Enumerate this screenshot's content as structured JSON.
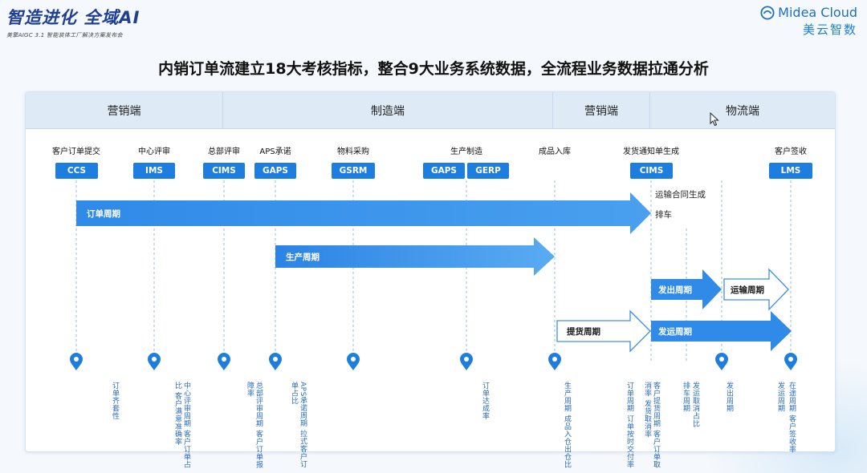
{
  "header": {
    "slogan": "智造进化 全域AI",
    "subtitle": "美擎AIGC 3.1 智能装体工厂解决方案发布会",
    "brand_en": "Midea Cloud",
    "brand_cn": "美云智数"
  },
  "title": "内销订单流建立18大考核指标，整合9大业务系统数据，全流程业务数据拉通分析",
  "sections": [
    "营销端",
    "制造端",
    "营销端",
    "物流端"
  ],
  "steps": [
    {
      "label": "客户订单提交",
      "system": "CCS"
    },
    {
      "label": "中心评审",
      "system": "IMS"
    },
    {
      "label": "总部评审",
      "system": "CIMS"
    },
    {
      "label": "APS承诺",
      "system": "GAPS"
    },
    {
      "label": "物料采购",
      "system": "GSRM"
    },
    {
      "label": "生产制造",
      "system": "GAPS",
      "system2": "GERP"
    },
    {
      "label": "成品入库"
    },
    {
      "label": "发货通知单生成",
      "system": "CIMS"
    },
    {
      "label": "客户签收",
      "system": "LMS"
    }
  ],
  "notes": {
    "contract": "运输合同生成",
    "scheduling": "排车"
  },
  "cycles": {
    "order": "订单周期",
    "production": "生产周期",
    "pickup": "提货周期",
    "dispatch_out": "发出周期",
    "transport": "运输周期",
    "dispatch_ship": "发运周期"
  },
  "metrics": [
    [
      "订单齐套性"
    ],
    [
      "中心评审周期",
      "客户订单占比",
      "客户满意准确率"
    ],
    [
      "总部评审周期",
      "客户订单报障率"
    ],
    [
      "APS承诺周期",
      "拉式客户订单占比"
    ],
    [
      "订单达成率"
    ],
    [
      "生产周期",
      "成品入仓出仓比"
    ],
    [
      "订单周期",
      "订单按时交付率"
    ],
    [
      "客户提货周期",
      "客户订单取消率",
      "发货取消率"
    ],
    [
      "排车周期"
    ],
    [
      "发运取消占比"
    ],
    [
      "发出周期"
    ],
    [
      "发运周期"
    ],
    [
      "在途周期",
      "客户签收率"
    ]
  ],
  "colors": {
    "accent": "#1e7ee0",
    "header_bg": "#dfeaf7",
    "metric_text": "#2a6bbf"
  }
}
